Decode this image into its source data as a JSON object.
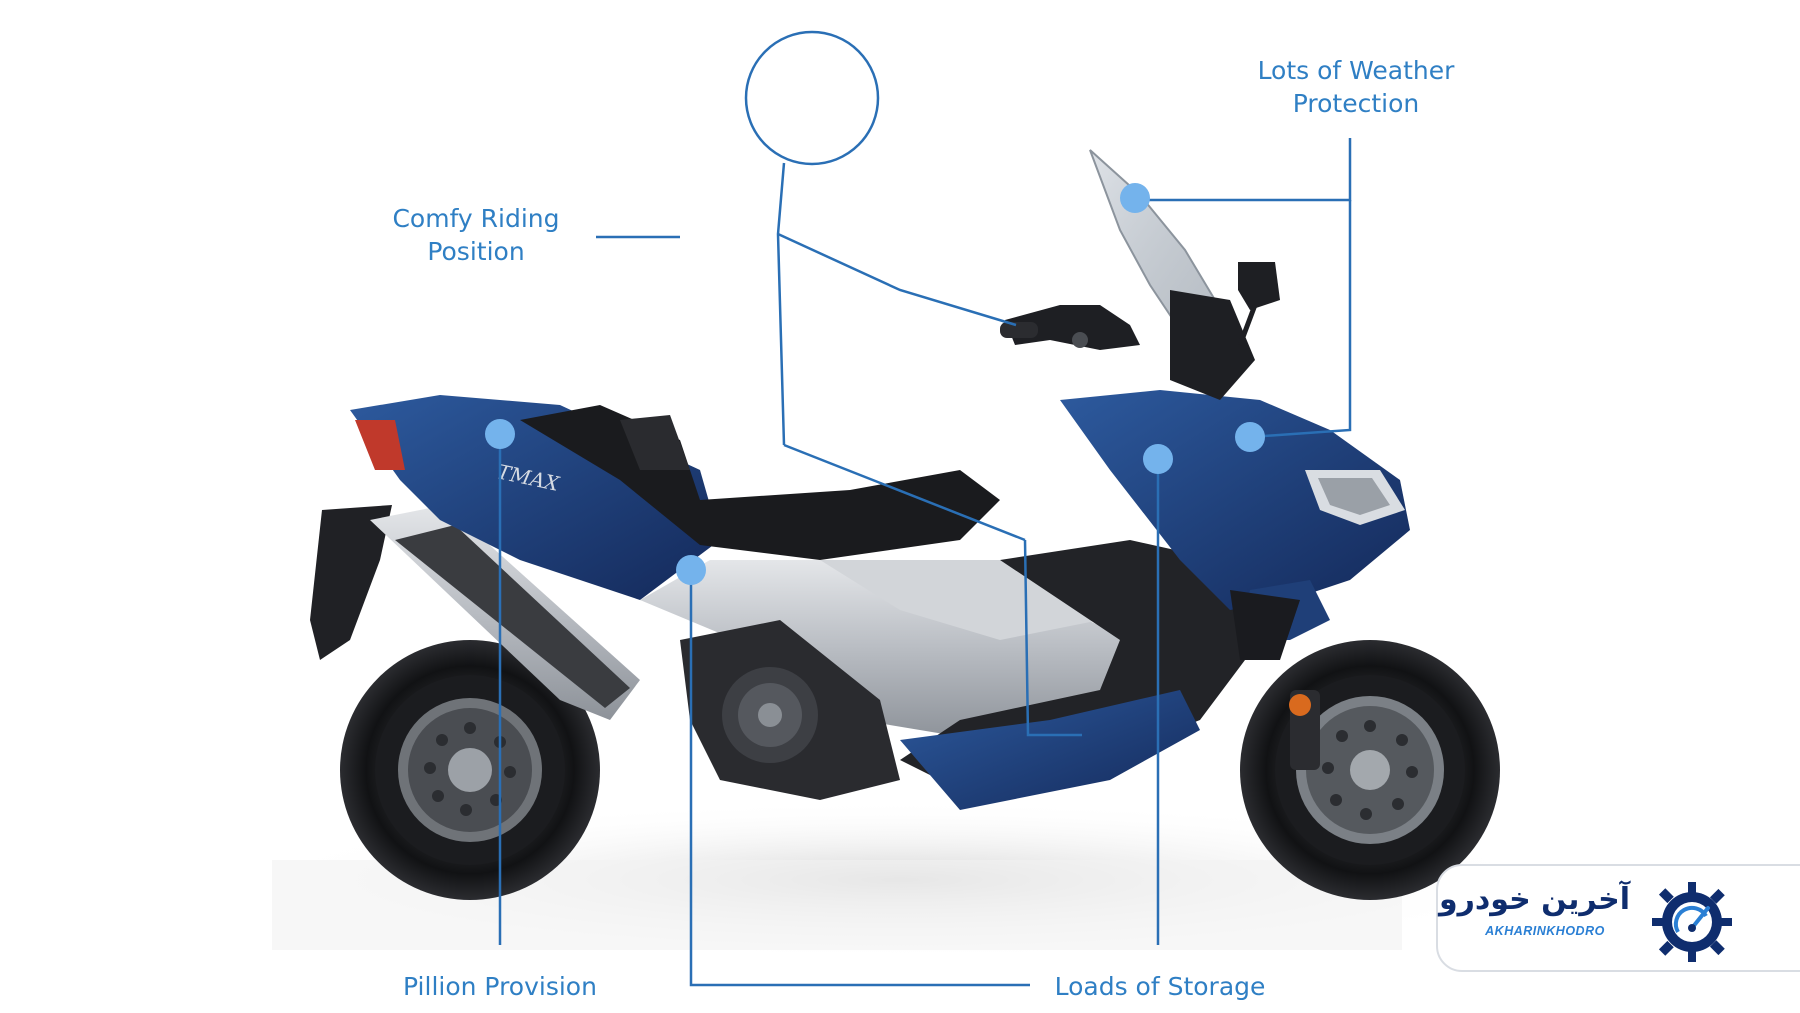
{
  "callouts": {
    "comfy": [
      "Comfy Riding",
      "Position"
    ],
    "weather": [
      "Lots of Weather",
      "Protection"
    ],
    "pillion": [
      "Pillion Provision"
    ],
    "storage": [
      "Loads of Storage"
    ]
  },
  "bike": {
    "badge": "TMAX"
  },
  "watermark": {
    "persian": "آخرین خودرو",
    "latin": "AKHARINKHODRO"
  },
  "colors": {
    "accent": "#2f7fc4",
    "line": "#2a6fb5",
    "dot": "#74b3ec",
    "body_blue": "#1f3f78",
    "logo_navy": "#0f2d6e",
    "logo_blue": "#2a7fd4"
  },
  "icons": [
    "gear-speedometer-icon"
  ]
}
